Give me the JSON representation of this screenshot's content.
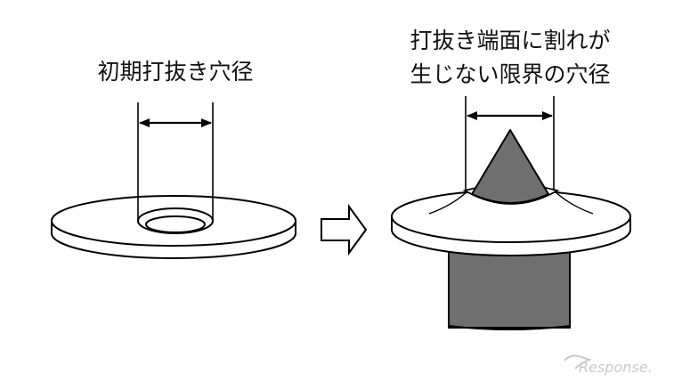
{
  "left_label": "初期打抜き穴径",
  "right_label_line1": "打抜き端面に割れが",
  "right_label_line2": "生じない限界の穴径",
  "watermark": "Response.",
  "colors": {
    "line": "#000000",
    "gray_fill": "#6f6f6f",
    "gray_light": "#9a9a9a",
    "watermark": "#c9c9c9"
  }
}
